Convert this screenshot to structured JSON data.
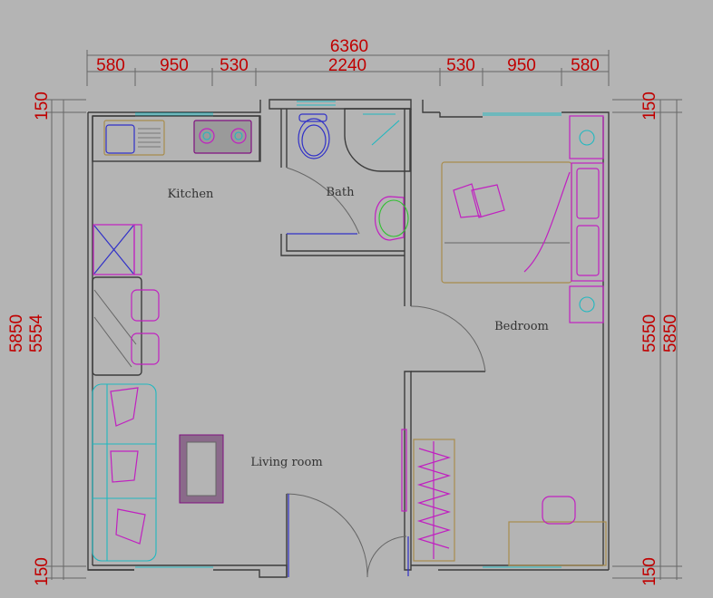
{
  "dimensions": {
    "top_total": "6360",
    "top_segments": [
      "580",
      "950",
      "530",
      "2240",
      "530",
      "950",
      "580"
    ],
    "left": [
      "150",
      "5850",
      "5554",
      "150"
    ],
    "right": [
      "150",
      "5550",
      "5850",
      "150"
    ]
  },
  "rooms": {
    "kitchen": "Kitchen",
    "bath": "Bath",
    "bedroom": "Bedroom",
    "living": "Living room"
  },
  "colors": {
    "dimension_text": "#c00000",
    "background": "#b4b4b4",
    "walls": "#3c3c3c",
    "window": "#27bcc4"
  }
}
